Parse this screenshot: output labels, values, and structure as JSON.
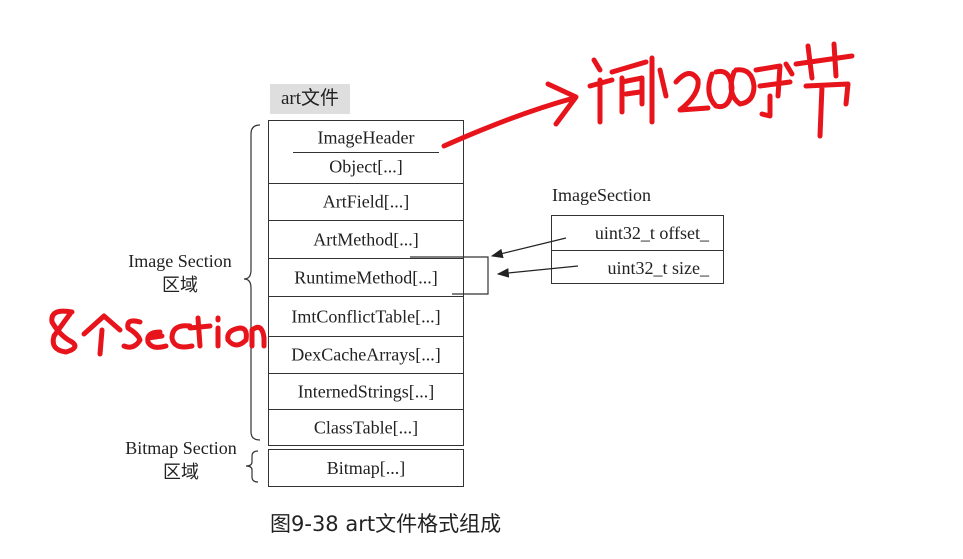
{
  "file_label": "art文件",
  "art_rows": [
    "ImageHeader",
    "Object[...]",
    "ArtField[...]",
    "ArtMethod[...]",
    "RuntimeMethod[...]",
    "ImtConflictTable[...]",
    "DexCacheArrays[...]",
    "InternedStrings[...]",
    "ClassTable[...]"
  ],
  "bitmap_row": "Bitmap[...]",
  "image_section_label": [
    "Image Section",
    "区域"
  ],
  "bitmap_section_label": [
    "Bitmap Section",
    "区域"
  ],
  "image_section_struct": {
    "title": "ImageSection",
    "fields": [
      "uint32_t offset_",
      "uint32_t size_"
    ]
  },
  "annotations": {
    "handwritten_top_right": "前200字节",
    "handwritten_left": "8个section",
    "ink_color": "#e8141c"
  },
  "caption": "图9-38    art文件格式组成"
}
